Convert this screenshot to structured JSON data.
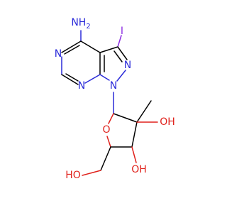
{
  "molecule": {
    "colors": {
      "carbon": "#000000",
      "nitrogen": "#2b2bd9",
      "oxygen": "#e0211b",
      "iodine": "#8b2be2"
    },
    "atoms": {
      "nh2": "NH2",
      "nh2_main": "NH",
      "nh2_sub": "2",
      "iodine": "I",
      "n_pyrimidine_left": "N",
      "n_pyrimidine_bottom": "N",
      "n_pyrazole_2": "N",
      "n_pyrazole_1": "N",
      "o_ring": "O",
      "oh_3": "OH",
      "oh_4": "OH",
      "oh_5": "HO"
    }
  }
}
